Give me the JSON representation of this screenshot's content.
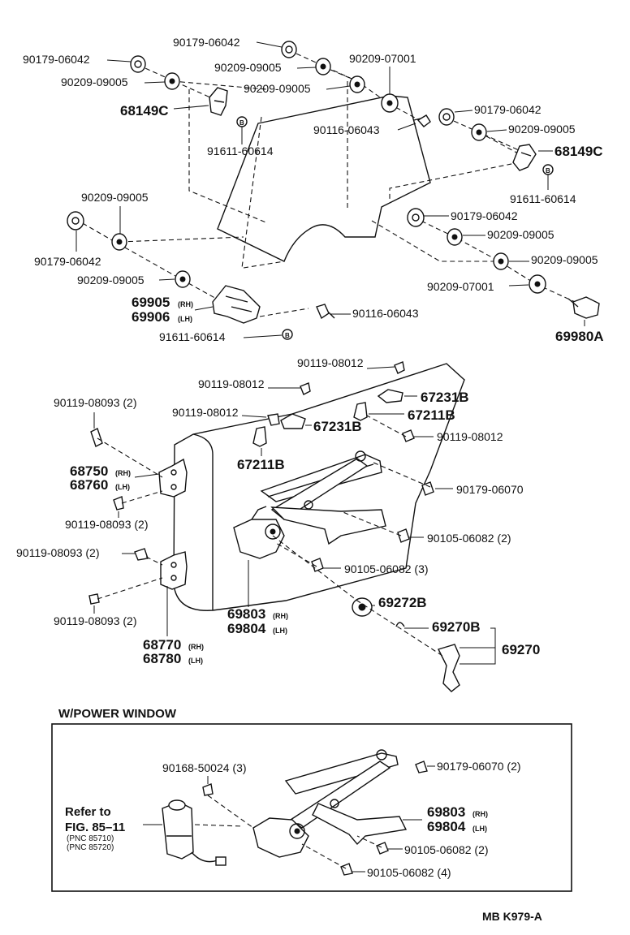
{
  "top_labels": {
    "p1": "90179-06042",
    "p2": "90179-06042",
    "p3": "90209-09005",
    "p4": "90209-09005",
    "p5": "90209-07001",
    "p6": "90209-09005",
    "p7": "68149C",
    "p8": "90116-06043",
    "p9": "90179-06042",
    "p10": "90209-09005",
    "p11": "68149C",
    "p12": "91611-60614",
    "p13": "91611-60614",
    "p14": "90209-09005",
    "p15": "90179-06042",
    "p16": "90209-09005",
    "p17": "90179-06042",
    "p18": "90209-09005",
    "p19": "90209-09005",
    "p20": "69905",
    "p20s": "(RH)",
    "p21": "69906",
    "p21s": "(LH)",
    "p22": "90116-06043",
    "p23": "91611-60614",
    "p24": "90209-07001",
    "p25": "69980A"
  },
  "mid_labels": {
    "m1": "90119-08012",
    "m2": "90119-08012",
    "m3": "67231B",
    "m4": "90119-08093 (2)",
    "m5": "90119-08012",
    "m6": "67231B",
    "m7": "67211B",
    "m8": "90119-08012",
    "m9": "67211B",
    "m10": "68750",
    "m10s": "(RH)",
    "m11": "68760",
    "m11s": "(LH)",
    "m12": "90179-06070",
    "m13": "90119-08093 (2)",
    "m14": "90105-06082 (2)",
    "m15": "90119-08093 (2)",
    "m16": "90105-06082 (3)",
    "m17": "69272B",
    "m18": "90119-08093 (2)",
    "m19": "69803",
    "m19s": "(RH)",
    "m20": "69804",
    "m20s": "(LH)",
    "m21": "69270B",
    "m22": "69270",
    "m23": "68770",
    "m23s": "(RH)",
    "m24": "68780",
    "m24s": "(LH)"
  },
  "power_window": {
    "heading": "W/POWER WINDOW",
    "b1": "90168-50024 (3)",
    "b2": "90179-06070 (2)",
    "refer1": "Refer to",
    "refer2": "FIG. 85–11",
    "pnc1": "(PNC 85710)",
    "pnc2": "(PNC 85720)",
    "b3": "69803",
    "b3s": "(RH)",
    "b4": "69804",
    "b4s": "(LH)",
    "b5": "90105-06082 (2)",
    "b6": "90105-06082 (4)"
  },
  "footer": {
    "code": "MB K979-A"
  }
}
